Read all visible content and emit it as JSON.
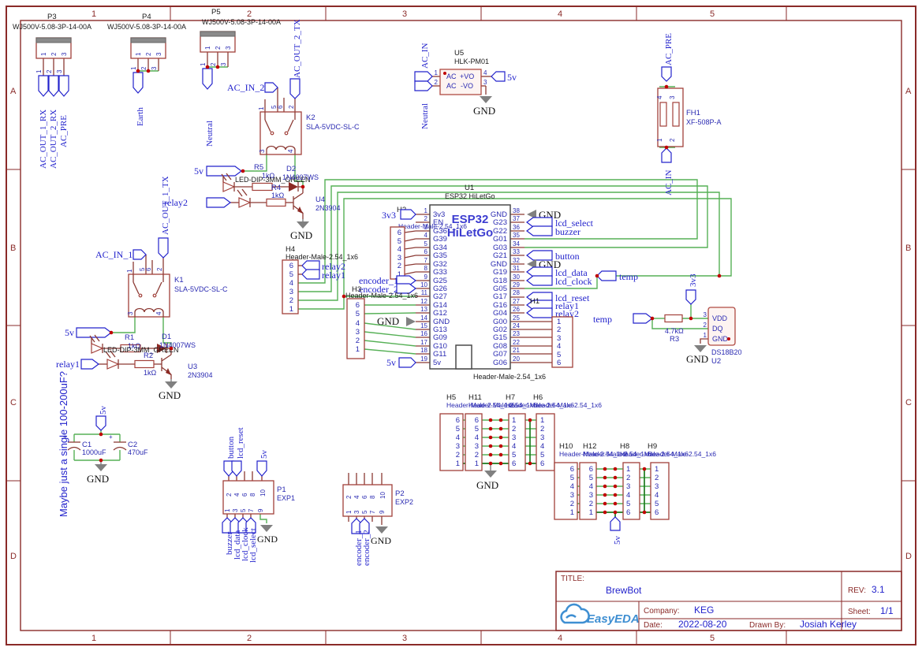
{
  "sheet": {
    "cols": [
      "1",
      "2",
      "3",
      "4",
      "5"
    ],
    "rows": [
      "A",
      "B",
      "C",
      "D"
    ]
  },
  "title_block": {
    "title_label": "TITLE:",
    "title": "BrewBot",
    "rev_label": "REV:",
    "rev": "3.1",
    "company_label": "Company:",
    "company": "KEG",
    "sheet_label": "Sheet:",
    "sheet": "1/1",
    "date_label": "Date:",
    "date": "2022-08-20",
    "drawn_label": "Drawn By:",
    "drawn_by": "Josiah Kerley",
    "logo": "EasyEDA"
  },
  "note": "Maybe just a single 100-200uF?",
  "nets": {
    "gnd": "GND",
    "v5": "5v",
    "v33": "3v3",
    "temp": "temp",
    "relay1": "relay1",
    "relay2": "relay2",
    "button": "button",
    "buzzer": "buzzer",
    "lcd_select": "lcd_select",
    "lcd_data": "lcd_data",
    "lcd_clock": "lcd_clock",
    "lcd_reset": "lcd_reset",
    "encoder_1": "encoder_1",
    "encoder_2": "encoder_2",
    "earth": "Earth",
    "neutral": "Neutral",
    "ac_in": "AC_IN",
    "ac_pre": "AC_PRE",
    "ac_in_1": "AC_IN_1",
    "ac_in_2": "AC_IN_2",
    "ac_out_1_tx": "AC_OUT_1_TX",
    "ac_out_2_tx": "AC_OUT_2_TX",
    "ac_out_1_rx": "AC_OUT_1_RX",
    "ac_out_2_rx": "AC_OUT_2_RX"
  },
  "components": {
    "P3": {
      "ref": "P3",
      "value": "WJ500V-5.08-3P-14-00A",
      "pins": [
        "1",
        "2",
        "3"
      ]
    },
    "P4": {
      "ref": "P4",
      "value": "WJ500V-5.08-3P-14-00A",
      "pins": [
        "1",
        "2",
        "3"
      ]
    },
    "P5": {
      "ref": "P5",
      "value": "WJ500V-5.08-3P-14-00A",
      "pins": [
        "1",
        "2",
        "3"
      ]
    },
    "K1": {
      "ref": "K1",
      "value": "SLA-5VDC-SL-C",
      "pins": [
        "1",
        "5",
        "6",
        "2",
        "3",
        "4"
      ]
    },
    "K2": {
      "ref": "K2",
      "value": "SLA-5VDC-SL-C",
      "pins": [
        "1",
        "5",
        "6",
        "2",
        "3",
        "4"
      ]
    },
    "R1": {
      "ref": "R1",
      "value": "1kΩ"
    },
    "R2": {
      "ref": "R2",
      "value": "1kΩ"
    },
    "R3": {
      "ref": "R3",
      "value": "4.7kΩ"
    },
    "R4": {
      "ref": "R4",
      "value": "1kΩ"
    },
    "R5": {
      "ref": "R5",
      "value": "1kΩ"
    },
    "D1": {
      "ref": "D1",
      "value": "1N4007WS"
    },
    "D2": {
      "ref": "D2",
      "value": "1N4007WS"
    },
    "LED1": {
      "value": "LED-DIP-3MM_GREEN"
    },
    "LED2": {
      "value": "LED-DIP-3MM_GREEN"
    },
    "U3": {
      "ref": "U3",
      "value": "2N3904"
    },
    "U4": {
      "ref": "U4",
      "value": "2N3904"
    },
    "C1": {
      "ref": "C1",
      "value": "1000uF"
    },
    "C2": {
      "ref": "C2",
      "value": "470uF"
    },
    "U5": {
      "ref": "U5",
      "value": "HLK-PM01",
      "pin_nums": [
        "1",
        "2",
        "4",
        "3"
      ],
      "pin_names": [
        "AC",
        "AC",
        "+VO",
        "-VO"
      ]
    },
    "FH1": {
      "ref": "FH1",
      "value": "XF-508P-A",
      "pins": [
        "4",
        "3",
        "1",
        "2"
      ]
    },
    "U1": {
      "ref": "U1",
      "value": "ESP32 HiLetGo",
      "title_line1": "ESP32",
      "title_line2": "HiLetGo",
      "left_nums": [
        "1",
        "2",
        "3",
        "4",
        "5",
        "6",
        "7",
        "8",
        "9",
        "10",
        "11",
        "12",
        "13",
        "14",
        "15",
        "16",
        "17",
        "18",
        "19"
      ],
      "left_names": [
        "3v3",
        "EN",
        "G36",
        "G39",
        "G34",
        "G35",
        "G32",
        "G33",
        "G25",
        "G26",
        "G27",
        "G14",
        "G12",
        "GND",
        "G13",
        "G09",
        "G10",
        "G11",
        "5v"
      ],
      "right_nums": [
        "38",
        "37",
        "36",
        "35",
        "34",
        "33",
        "32",
        "31",
        "30",
        "29",
        "28",
        "27",
        "26",
        "25",
        "24",
        "23",
        "22",
        "21",
        "20"
      ],
      "right_names": [
        "GND",
        "G23",
        "G22",
        "G01",
        "G03",
        "G21",
        "GND",
        "G19",
        "G18",
        "G05",
        "G17",
        "G16",
        "G04",
        "G00",
        "G02",
        "G15",
        "G08",
        "G07",
        "G06"
      ]
    },
    "U2": {
      "ref": "U2",
      "value": "DS18B20",
      "pin_nums": [
        "3",
        "2",
        "1"
      ],
      "pin_names": [
        "VDD",
        "DQ",
        "GND"
      ]
    },
    "P1": {
      "ref": "P1",
      "value": "EXP1",
      "top_pins": [
        "2",
        "4",
        "6",
        "8",
        "10"
      ],
      "bottom_pins": [
        "1",
        "3",
        "5",
        "7",
        "9"
      ]
    },
    "P2": {
      "ref": "P2",
      "value": "EXP2",
      "top_pins": [
        "2",
        "4",
        "6",
        "8",
        "10"
      ],
      "bottom_pins": [
        "1",
        "3",
        "5",
        "7",
        "9"
      ]
    },
    "H1": {
      "ref": "H1",
      "value": "Header-Male-2.54_1x6",
      "pins": [
        "1",
        "2",
        "3",
        "4",
        "5",
        "6"
      ]
    },
    "H2": {
      "ref": "H2",
      "value": "Header-Male-2.54_1x6",
      "pins": [
        "6",
        "5",
        "4",
        "3",
        "2",
        "1"
      ]
    },
    "H3": {
      "ref": "H3",
      "value": "Header-Male-2.54_1x6",
      "pins": [
        "6",
        "5",
        "4",
        "3",
        "2",
        "1"
      ]
    },
    "H4": {
      "ref": "H4",
      "value": "Header-Male-2.54_1x6",
      "pins": [
        "6",
        "5",
        "4",
        "3",
        "2",
        "1"
      ]
    },
    "H5": {
      "ref": "H5",
      "value": "Header-Male-2.54_1x6",
      "pins": [
        "6",
        "5",
        "4",
        "3",
        "2",
        "1"
      ]
    },
    "H6": {
      "ref": "H6",
      "value": "Header-Male-2.54_1x6",
      "pins": [
        "1",
        "2",
        "3",
        "4",
        "5",
        "6"
      ]
    },
    "H7": {
      "ref": "H7",
      "value": "Header-Male-2.54_1x6",
      "pins": [
        "1",
        "2",
        "3",
        "4",
        "5",
        "6"
      ]
    },
    "H8": {
      "ref": "H8",
      "value": "Header-Male-2.54_1x6",
      "pins": [
        "1",
        "2",
        "3",
        "4",
        "5",
        "6"
      ]
    },
    "H9": {
      "ref": "H9",
      "value": "Header-Male-2.54_1x6",
      "pins": [
        "1",
        "2",
        "3",
        "4",
        "5",
        "6"
      ]
    },
    "H10": {
      "ref": "H10",
      "value": "Header-Male-2.54_1x6",
      "pins": [
        "6",
        "5",
        "4",
        "3",
        "2",
        "1"
      ]
    },
    "H11": {
      "ref": "H11",
      "value": "Header-Male-2.54_1x6",
      "pins": [
        "6",
        "5",
        "4",
        "3",
        "2",
        "1"
      ]
    },
    "H12": {
      "ref": "H12",
      "value": "Header-Male-2.54_1x6",
      "pins": [
        "6",
        "5",
        "4",
        "3",
        "2",
        "1"
      ]
    }
  }
}
